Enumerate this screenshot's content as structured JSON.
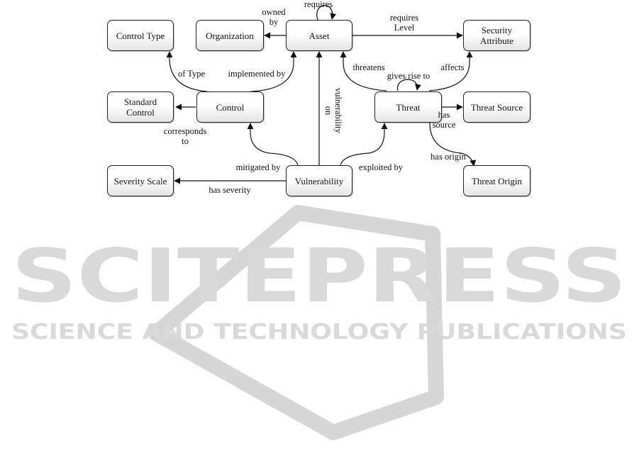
{
  "nodes": {
    "control_type": "Control Type",
    "organization": "Organization",
    "asset": "Asset",
    "security_attribute": "Security\nAttribute",
    "standard_control": "Standard\nControl",
    "control": "Control",
    "threat": "Threat",
    "threat_source": "Threat Source",
    "severity_scale": "Severity Scale",
    "vulnerability": "Vulnerability",
    "threat_origin": "Threat Origin"
  },
  "edges": {
    "requires": "requires",
    "owned_by": "owned\nby",
    "requires_level": "requires\nLevel",
    "of_type": "of Type",
    "implemented_by": "implemented by",
    "threatens": "threatens",
    "gives_rise_to": "gives rise to",
    "affects": "affects",
    "corresponds_to": "corresponds\nto",
    "vulnerability_on": "vulnerability\non",
    "has_source": "has\nsource",
    "has_origin": "has origin",
    "mitigated_by": "mitigated by",
    "exploited_by": "exploited by",
    "has_severity": "has severity"
  },
  "watermark": {
    "title": "SCITEPRESS",
    "subtitle": "SCIENCE AND TECHNOLOGY PUBLICATIONS"
  }
}
